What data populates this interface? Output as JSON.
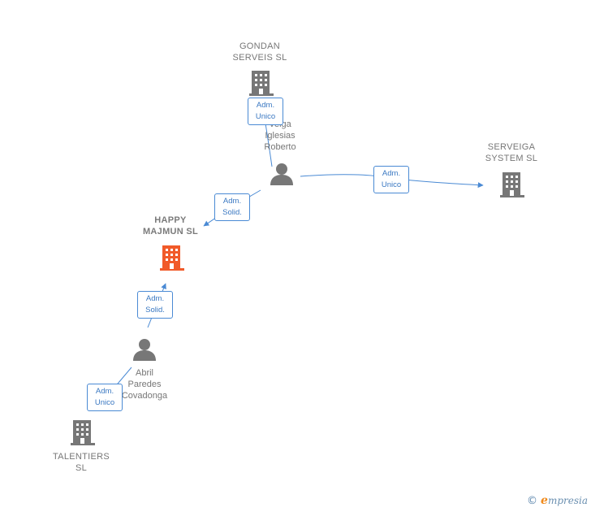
{
  "nodes": {
    "gondan": {
      "type": "company",
      "lines": [
        "GONDAN",
        "SERVEIS SL"
      ]
    },
    "veiga": {
      "type": "person",
      "lines": [
        "Veiga",
        "Iglesias",
        "Roberto"
      ]
    },
    "serveiga": {
      "type": "company",
      "lines": [
        "SERVEIGA",
        "SYSTEM  SL"
      ]
    },
    "happy": {
      "type": "company",
      "focus": true,
      "lines": [
        "HAPPY",
        "MAJMUN  SL"
      ]
    },
    "abril": {
      "type": "person",
      "lines": [
        "Abril",
        "Paredes",
        "Covadonga"
      ]
    },
    "talentiers": {
      "type": "company",
      "lines": [
        "TALENTIERS",
        "SL"
      ]
    }
  },
  "edges": [
    {
      "from": "veiga",
      "to": "gondan",
      "role": [
        "Adm.",
        "Unico"
      ]
    },
    {
      "from": "veiga",
      "to": "serveiga",
      "role": [
        "Adm.",
        "Unico"
      ]
    },
    {
      "from": "veiga",
      "to": "happy",
      "role": [
        "Adm.",
        "Solid."
      ]
    },
    {
      "from": "abril",
      "to": "happy",
      "role": [
        "Adm.",
        "Solid."
      ]
    },
    {
      "from": "abril",
      "to": "talentiers",
      "role": [
        "Adm.",
        "Unico"
      ]
    }
  ],
  "colors": {
    "edge": "#4a8ad4",
    "company_icon": "#777777",
    "focus_icon": "#f15a29",
    "person_icon": "#777777"
  },
  "footer": {
    "copyright_symbol": "©",
    "brand_first": "e",
    "brand_rest": "mpresia"
  }
}
